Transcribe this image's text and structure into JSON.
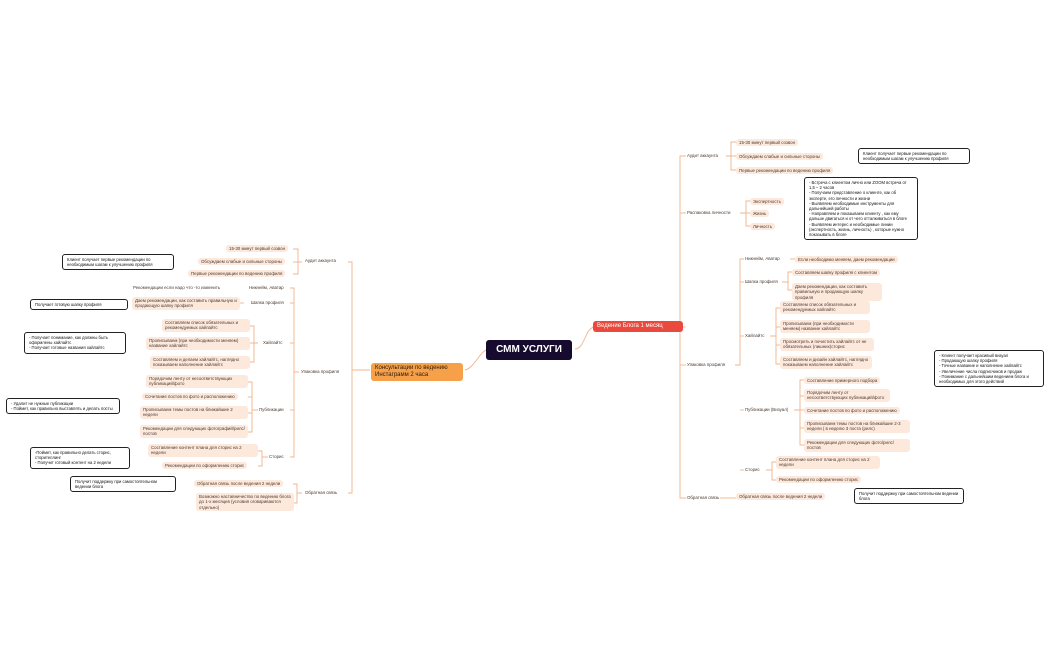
{
  "root": "СММ УСЛУГИ",
  "right_main": "Ведение Блога 1 месяц",
  "left_main": "Консультации по ведению Инстаграмм 2 часа",
  "colors": {
    "root": "#160b2e",
    "right_main": "#ea4a3d",
    "left_main": "#f6a04a",
    "edge": "#f2b48c",
    "pill": "#fde8dc"
  },
  "right": {
    "audit": "Аудит аккаунта",
    "audit_items": [
      "15-30 минут первый созвон",
      "Обсуждаем слабые и сильные стороны",
      "Первые рекомендации по ведению профиля"
    ],
    "audit_note": "Клиент получает первые рекомендации по необходимым шагам к улучшению профиля",
    "rasp": "Распаковка личности",
    "rasp_items": [
      "Экспертность",
      "Жизнь",
      "Личность"
    ],
    "rasp_note": "- Встреча с клиентом лично или ZOOM встреча от 1,5 – 2 часов\n- Получаем представление о клиенте, как об эксперте, его личности и жизни\n- Выявляем необходимые инструменты для дальнейшей работы\n- Направляем и показываем клиенту , как ему дальше двигаться и от чего отталкиваться в блоге\n- Выявляем интерес и необходимые линии (экспертность, жизнь, личность) , которые нужно показывать в блоге",
    "upak": "Упаковка профиля",
    "nick": "Никнейм, Аватар",
    "nick_item": "Если необходимо меняем, даем рекомендации",
    "header": "Шапка профиля",
    "header_items": [
      "Составляем шапку профиля с клиентом",
      "Даем рекомендации, как составить правильную и продающую шапку профиля"
    ],
    "hl": "Хайлайтс",
    "hl_items": [
      "Составляем список обязательных и рекомендуемых хайлайтс",
      "Прописываем (при необходимости меняем) название хайлайтс",
      "Просмотреть и почистить хайлайтс от не обязательных (лишних)сторис",
      "Составляем и дизайн хайлайтс, наглядно показываем наполнение хайлайтс"
    ],
    "pub": "Публикации (Визуал)",
    "pub_items": [
      "Составление примерного подбора",
      "Порядочим ленту от несоответствующих публикаций/фото",
      "Сочетание постов по фото и расположению",
      "Прописываем темы постов на ближайшие 2-3 недели ( в неделю 3 поста (рилс)",
      "Рекомендации для следующих фото/рилс/постов"
    ],
    "stories": "Сторис",
    "stories_items": [
      "Составление контент плана для сторис на 2 недели",
      "Рекомендации по оформлению сторис"
    ],
    "upak_note": "- Клиент получает красивый визуал\n- Продающую шапку профиля\n- Точные название и наполнение хайлайтс\n- Увеличение числа подписчиков и продаж\n- Понимание с дальнейшим ведением блога и необходимых для этого действий",
    "feedback": "Обратная связь",
    "feedback_item": "Обратная связь после ведения 2 недели",
    "feedback_note": "Получит поддержку при самостоятельном ведении блога"
  },
  "left": {
    "audit": "Аудит аккаунта",
    "audit_items": [
      "15-30 минут первый созвон",
      "Обсуждаем слабые и сильные стороны",
      "Первые рекомендации по ведению профиля"
    ],
    "audit_note": "Клиент получает первые рекомендации по необходимым шагам к улучшению профиля",
    "upak": "Упаковка профиля",
    "nick": "Никнейм, Аватар",
    "nick_item": "Рекомендации если надо что -то изменить",
    "header": "Шапка профиля",
    "header_item": "Даем рекомендации, как составить правильную и продающую шапку профиля",
    "header_note": "Получает готовую шапку профиля",
    "hl": "Хайлайтс",
    "hl_items": [
      "Составляем список обязательных и рекомендуемых хайлайтс",
      "Прописываем (при необходимости меняем) название хайлайтс",
      "Составляем и делаем хайлайтс, наглядно показываем наполнение хайлайтс"
    ],
    "hl_note": "- Получает понимание, как должны быть оформлены хайлайтс\n- Получает готовые названия хайлайтс",
    "pub": "Публикации",
    "pub_items": [
      "Порядочим ленту от несоответствующих публикаций/фото",
      "Сочетание постов по фото и расположению",
      "Прописываем темы постов на ближайшие 2 недели",
      "Рекомендации для следующих фотографий/рилс/постов"
    ],
    "pub_note": "- Удалит не нужные публикации\n- Поймет, как правильно выставлять и делать посты",
    "stories": "Сторис",
    "stories_items": [
      "Составление контент плана для сторис на 2 недели",
      "Рекомендации по оформлению сторис"
    ],
    "stories_note": "-Поймет, как правильно делать сторис, сторителлинг\n- Получит готовый контент на 2 недели",
    "feedback": "Обратная связь",
    "feedback_items": [
      "Обратная связь после ведения 2 недели",
      "Возможно наставничество по ведению блога до 1-х месяцев (условия оговариваются отдельно)"
    ],
    "feedback_note": "Получит поддержку при самостоятельном ведении блога"
  }
}
